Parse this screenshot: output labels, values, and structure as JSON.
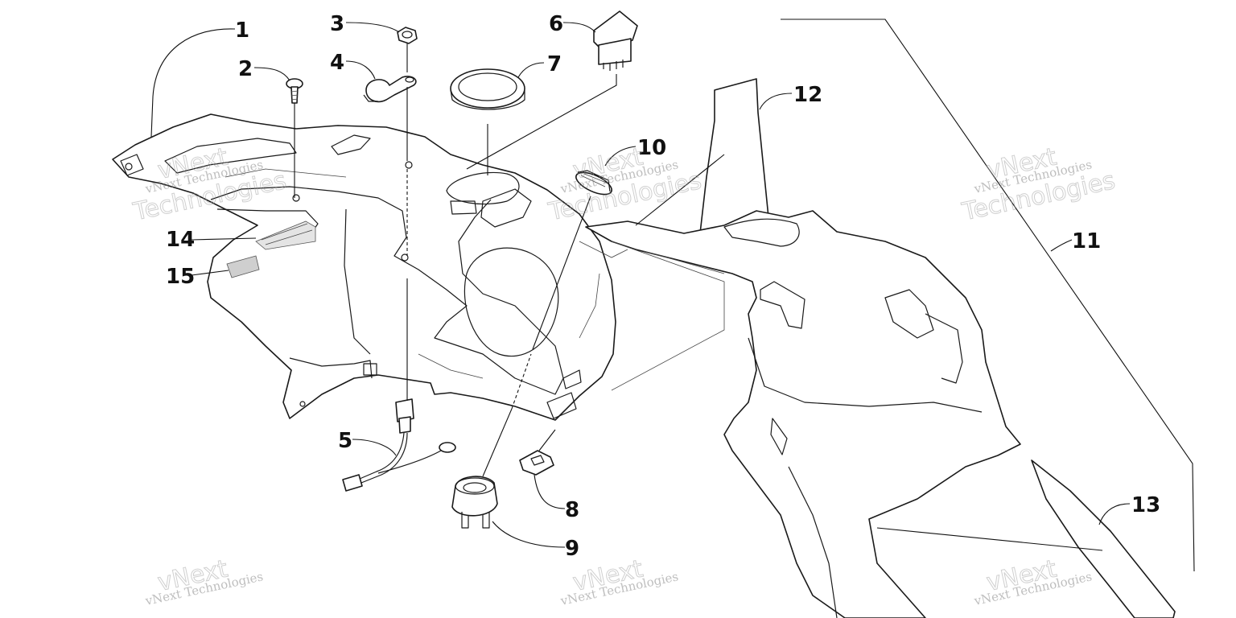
{
  "callouts": [
    "1",
    "2",
    "3",
    "4",
    "5",
    "6",
    "7",
    "8",
    "9",
    "10",
    "11",
    "12",
    "13",
    "14",
    "15"
  ],
  "watermark": {
    "line1": "vNext Technologies",
    "line2": "Technologies",
    "line3": "vNext"
  },
  "colors": {
    "stroke": "#1a1a1a",
    "watermark": "#8a8a8a",
    "background": "#ffffff"
  }
}
